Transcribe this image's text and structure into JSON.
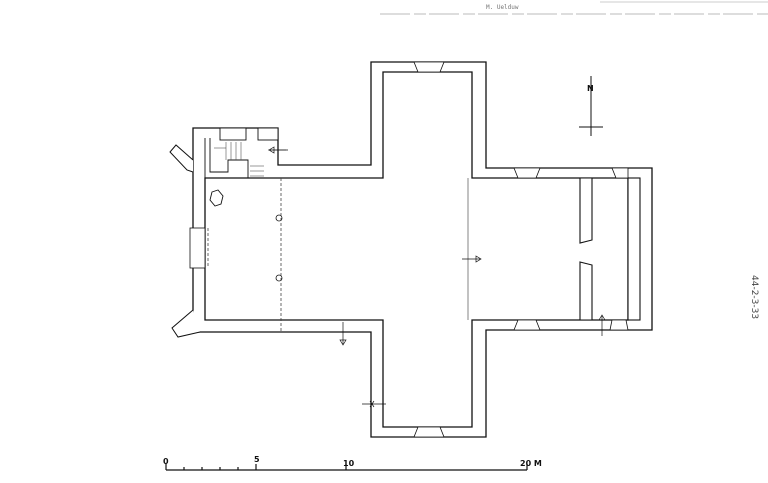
{
  "header": {
    "archive_label": "M. Uelduw"
  },
  "plan": {
    "north_label": "N",
    "ink_color": "#111111",
    "paper_color": "#ffffff"
  },
  "scale_bar": {
    "unit": "M",
    "ticks_m": [
      0,
      1,
      2,
      3,
      4,
      5,
      10,
      20
    ],
    "labels": [
      "0",
      "5",
      "10",
      "20 M"
    ]
  },
  "margin_note": {
    "handwritten": "44-2-3-33"
  }
}
